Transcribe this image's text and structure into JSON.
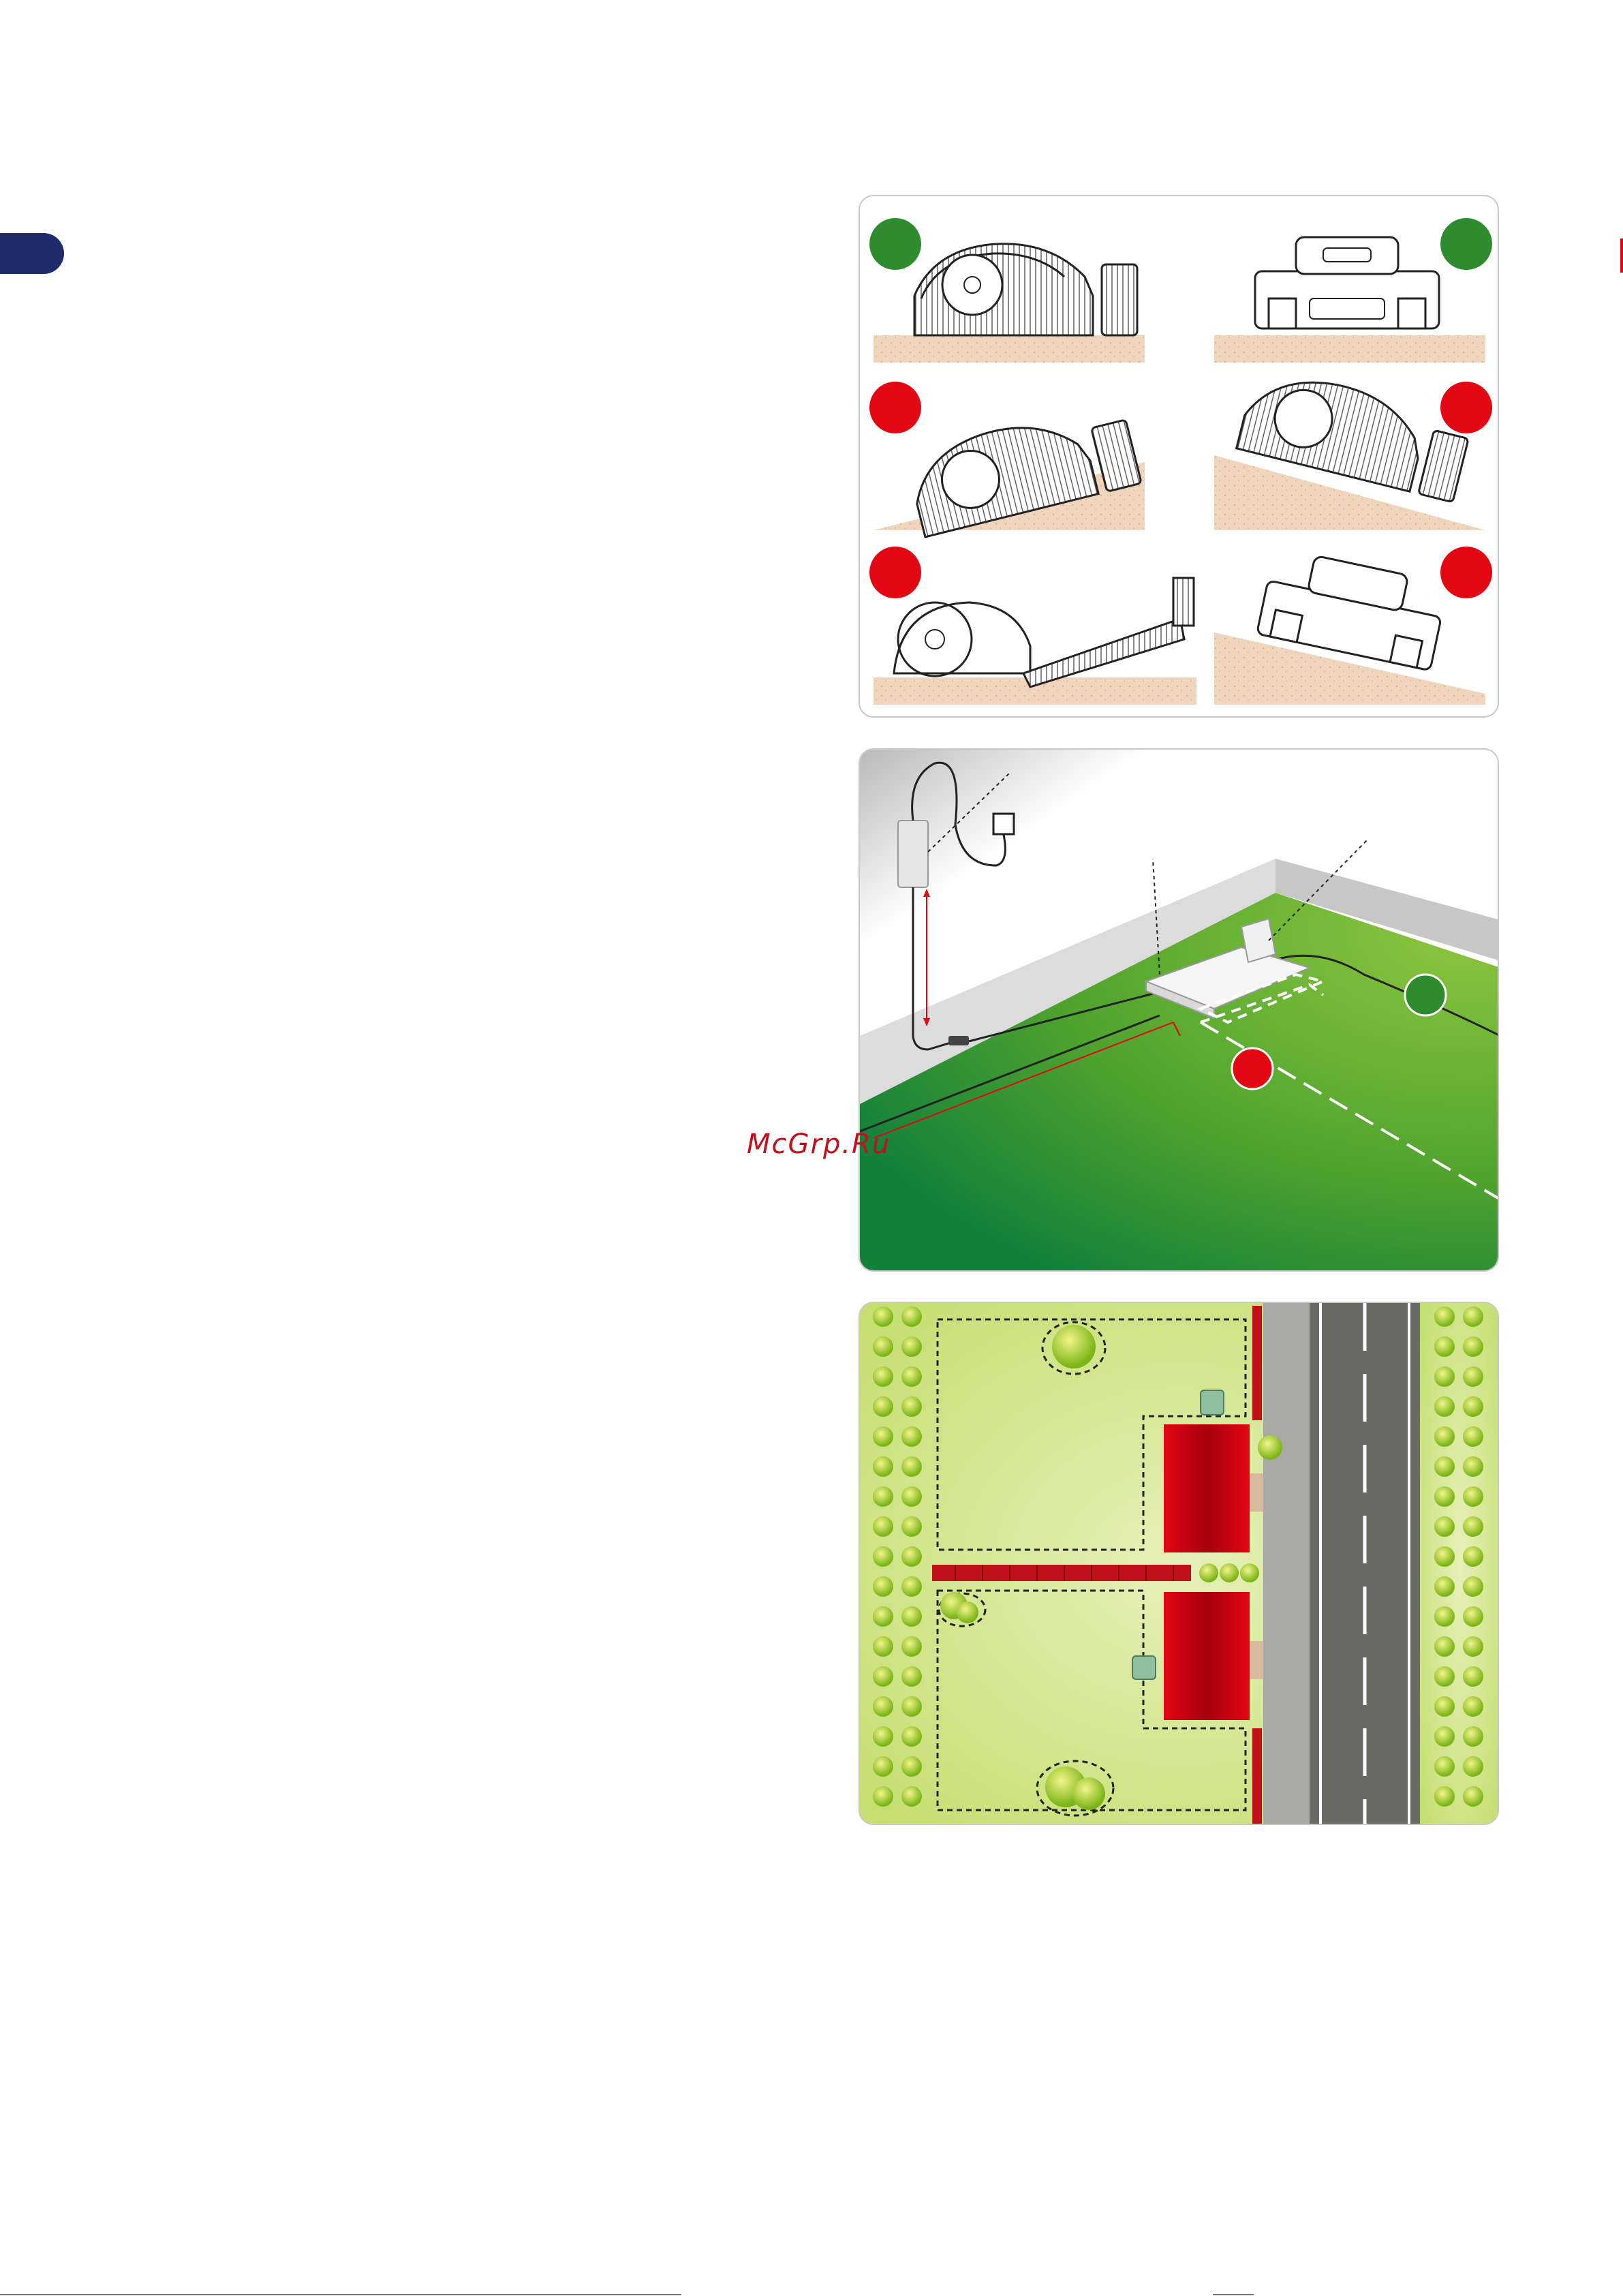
{
  "page": {
    "watermark": "McGrp.Ru"
  },
  "colors": {
    "navy_tab": "#1f2a6b",
    "ok_green": "#2e8b2e",
    "bad_red": "#e30613",
    "ground": "#f0d5bd",
    "lawn": "#8cc63f",
    "house": "#e30613",
    "road": "#6b6b66"
  },
  "figures": {
    "slopes": {
      "indicators": [
        "ok",
        "ok",
        "bad",
        "bad",
        "bad",
        "bad"
      ]
    },
    "station": {
      "indicators": [
        "ok",
        "bad"
      ]
    },
    "plan": {
      "icons": [
        "tree-icon",
        "house-icon",
        "charging-station-icon",
        "road-icon"
      ]
    }
  }
}
